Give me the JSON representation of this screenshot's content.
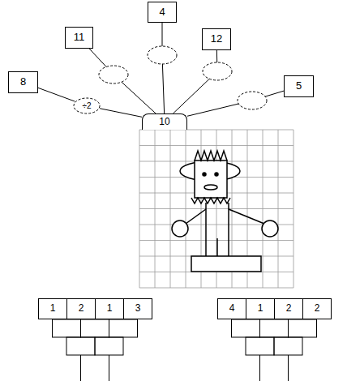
{
  "diagram": {
    "nodes": [
      {
        "text": [
          "4"
        ]
      },
      {
        "text": [
          "11"
        ]
      },
      {
        "text": [
          "12"
        ]
      },
      {
        "text": [
          "8"
        ]
      },
      {
        "text": [
          "5"
        ]
      },
      {
        "text": [
          "÷2"
        ]
      },
      {
        "text": [
          "10"
        ]
      },
      {
        "text": [
          "1"
        ]
      },
      {
        "text": [
          "2"
        ]
      },
      {
        "text": [
          "1"
        ]
      },
      {
        "text": [
          "3"
        ]
      },
      {
        "text": [
          "4"
        ]
      },
      {
        "text": [
          "1"
        ]
      },
      {
        "text": [
          "2"
        ]
      },
      {
        "text": [
          "2"
        ]
      }
    ],
    "edges": [
      {
        "from": 3,
        "to": 5,
        "arrow": "none"
      },
      {
        "from": 5,
        "to": 6,
        "arrow": "none"
      },
      {
        "from": 1,
        "to": 6,
        "arrow": "none"
      },
      {
        "from": 0,
        "to": 6,
        "arrow": "none"
      },
      {
        "from": 2,
        "to": 6,
        "arrow": "none"
      },
      {
        "from": 4,
        "to": 6,
        "arrow": "none"
      }
    ]
  }
}
